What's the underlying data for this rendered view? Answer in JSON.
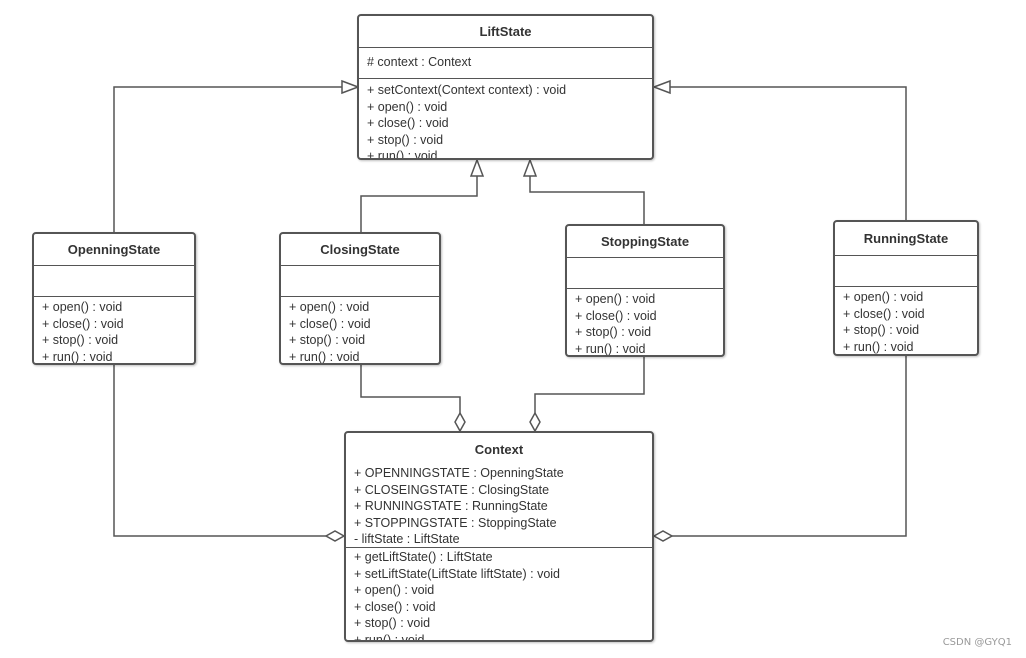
{
  "classes": {
    "lift_state": {
      "name": "LiftState",
      "attributes": [
        "# context : Context"
      ],
      "operations": [
        "+ setContext(Context context) : void",
        "+ open() : void",
        "+ close() : void",
        "+ stop() : void",
        "+ run() : void"
      ]
    },
    "openning_state": {
      "name": "OpenningState",
      "attributes": [],
      "operations": [
        "+ open() : void",
        "+ close() : void",
        "+ stop() : void",
        "+ run() : void"
      ]
    },
    "closing_state": {
      "name": "ClosingState",
      "attributes": [],
      "operations": [
        "+ open() : void",
        "+ close() : void",
        "+ stop() : void",
        "+ run() : void"
      ]
    },
    "stopping_state": {
      "name": "StoppingState",
      "attributes": [],
      "operations": [
        "+ open() : void",
        "+ close() : void",
        "+ stop() : void",
        "+ run() : void"
      ]
    },
    "running_state": {
      "name": "RunningState",
      "attributes": [],
      "operations": [
        "+ open() : void",
        "+ close() : void",
        "+ stop() : void",
        "+ run() : void"
      ]
    },
    "context": {
      "name": "Context",
      "attributes": [
        "+ OPENNINGSTATE : OpenningState",
        "+ CLOSEINGSTATE : ClosingState",
        "+ RUNNINGSTATE : RunningState",
        "+ STOPPINGSTATE : StoppingState",
        "- liftState : LiftState"
      ],
      "operations": [
        "+ getLiftState() : LiftState",
        "+ setLiftState(LiftState liftState) : void",
        "+ open() : void",
        "+ close() : void",
        "+ stop() : void",
        "+ run() : void"
      ]
    }
  },
  "watermark": "CSDN @GYQ1"
}
